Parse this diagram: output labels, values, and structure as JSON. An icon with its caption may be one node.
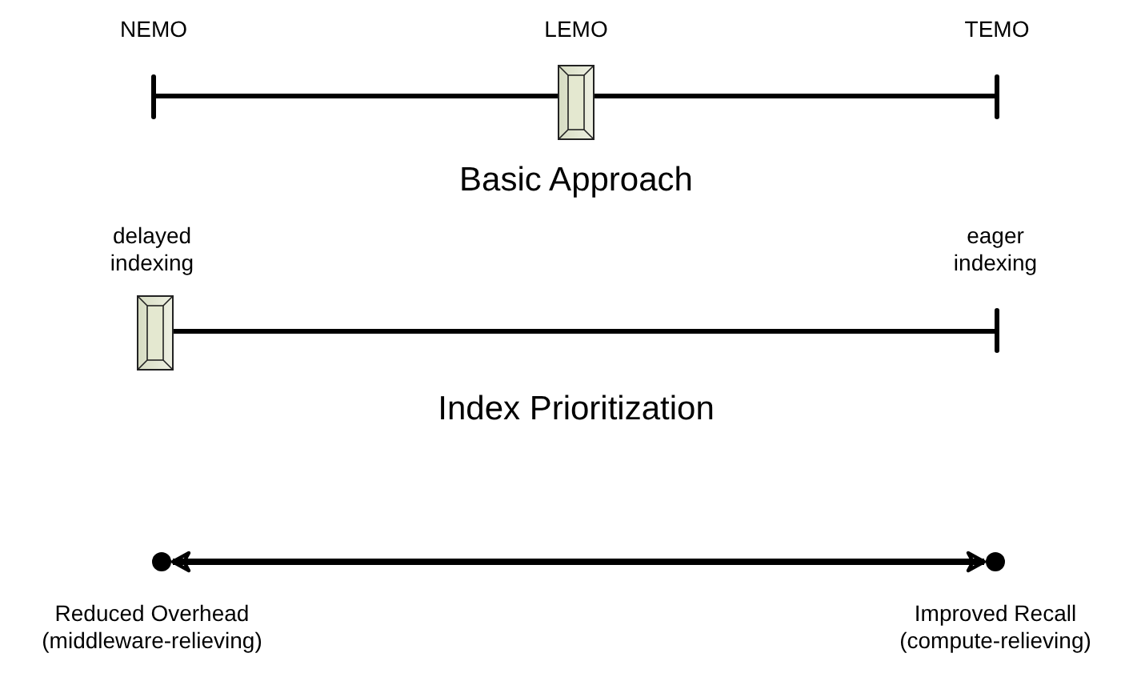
{
  "diagram": {
    "nodes": [
      {
        "text": [],
        "shape": "circle",
        "beside": [
          "Reduced Overhead (middleware-relieving)"
        ]
      },
      {
        "text": [],
        "shape": "circle",
        "beside": [
          "Improved Recall (compute-relieving)"
        ]
      }
    ],
    "edges": [
      {
        "from": 0,
        "to": 1,
        "arrow": "both"
      }
    ],
    "labels": [
      "NEMO",
      "LEMO",
      "TEMO",
      "Basic Approach",
      "delayed indexing",
      "eager indexing",
      "Index Prioritization"
    ]
  }
}
